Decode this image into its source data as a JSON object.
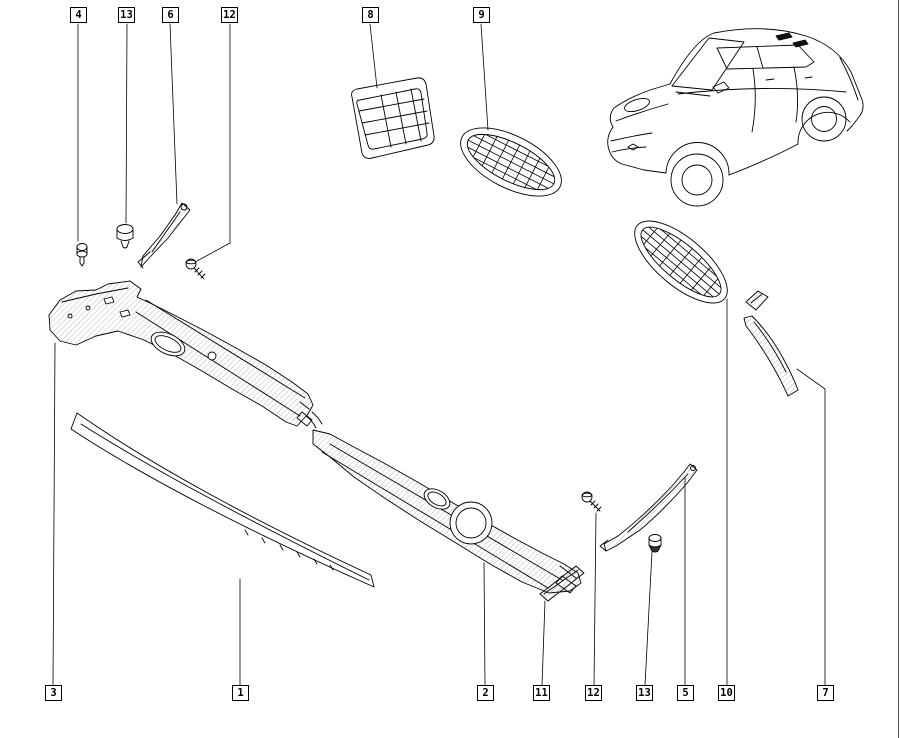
{
  "diagram": {
    "background": "#ffffff",
    "line_color": "#000000",
    "callouts_top": [
      {
        "label": "4"
      },
      {
        "label": "13"
      },
      {
        "label": "6"
      },
      {
        "label": "12"
      },
      {
        "label": "8"
      },
      {
        "label": "9"
      }
    ],
    "callouts_bottom": [
      {
        "label": "3"
      },
      {
        "label": "1"
      },
      {
        "label": "2"
      },
      {
        "label": "11"
      },
      {
        "label": "12"
      },
      {
        "label": "13"
      },
      {
        "label": "5"
      },
      {
        "label": "10"
      },
      {
        "label": "7"
      }
    ]
  }
}
